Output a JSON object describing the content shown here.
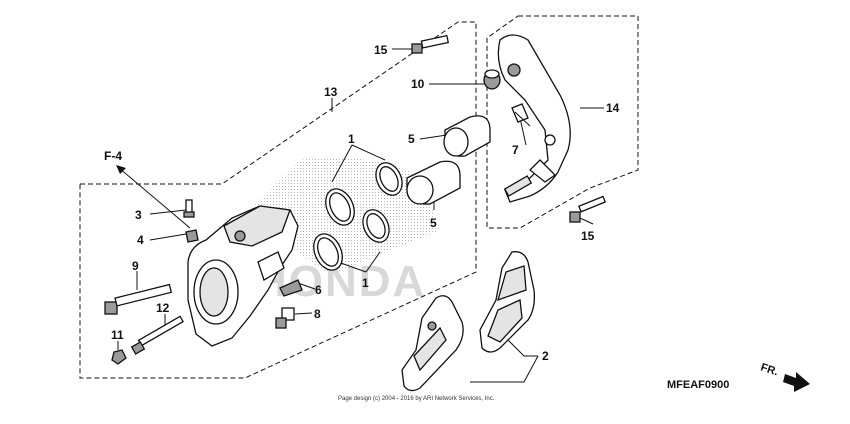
{
  "diagram": {
    "code": "MFEAF0900",
    "direction_label": "FR.",
    "reference_label": "F-4",
    "watermark": "HONDA",
    "copyright": "Page design (c) 2004 - 2016 by ARI Network Services, Inc."
  },
  "callouts": [
    {
      "id": "1",
      "label": "1"
    },
    {
      "id": "1b",
      "label": "1"
    },
    {
      "id": "2",
      "label": "2"
    },
    {
      "id": "3",
      "label": "3"
    },
    {
      "id": "4",
      "label": "4"
    },
    {
      "id": "5",
      "label": "5"
    },
    {
      "id": "5b",
      "label": "5"
    },
    {
      "id": "6",
      "label": "6"
    },
    {
      "id": "7",
      "label": "7"
    },
    {
      "id": "8",
      "label": "8"
    },
    {
      "id": "9",
      "label": "9"
    },
    {
      "id": "10",
      "label": "10"
    },
    {
      "id": "11",
      "label": "11"
    },
    {
      "id": "12",
      "label": "12"
    },
    {
      "id": "13",
      "label": "13"
    },
    {
      "id": "14",
      "label": "14"
    },
    {
      "id": "15",
      "label": "15"
    },
    {
      "id": "15b",
      "label": "15"
    }
  ]
}
